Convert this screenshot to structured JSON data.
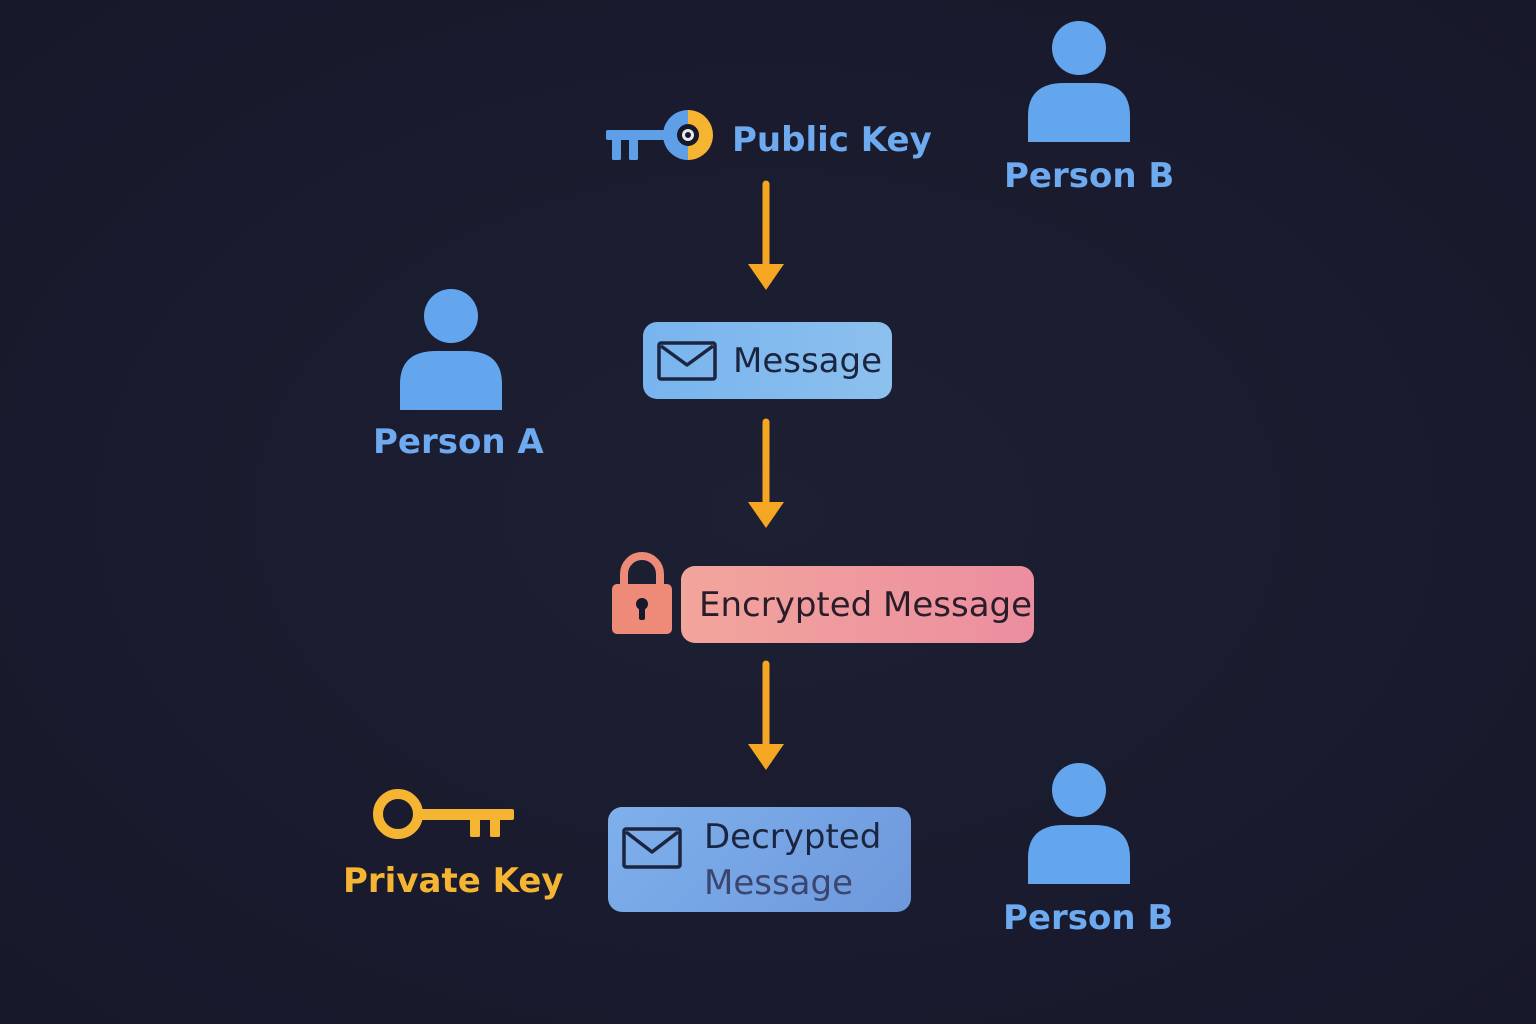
{
  "diagram": {
    "public_key": {
      "label": "Public Key",
      "icon": "key-icon"
    },
    "person_b_top": {
      "label": "Person B",
      "icon": "person-icon"
    },
    "person_a": {
      "label": "Person A",
      "icon": "person-icon"
    },
    "message": {
      "label": "Message",
      "icon": "envelope-icon"
    },
    "encrypted_message": {
      "label": "Encrypted Message",
      "icon": "padlock-icon"
    },
    "decrypted_message": {
      "line1": "Decrypted",
      "line2": "Message",
      "icon": "envelope-icon"
    },
    "private_key": {
      "label": "Private Key",
      "icon": "key-icon"
    },
    "person_b_bottom": {
      "label": "Person B",
      "icon": "person-icon"
    }
  },
  "colors": {
    "background": "#17182a",
    "accent_blue": "#6eaaf0",
    "accent_gold": "#f5b432",
    "arrow": "#f5a623",
    "lock": "#ee8a78"
  }
}
